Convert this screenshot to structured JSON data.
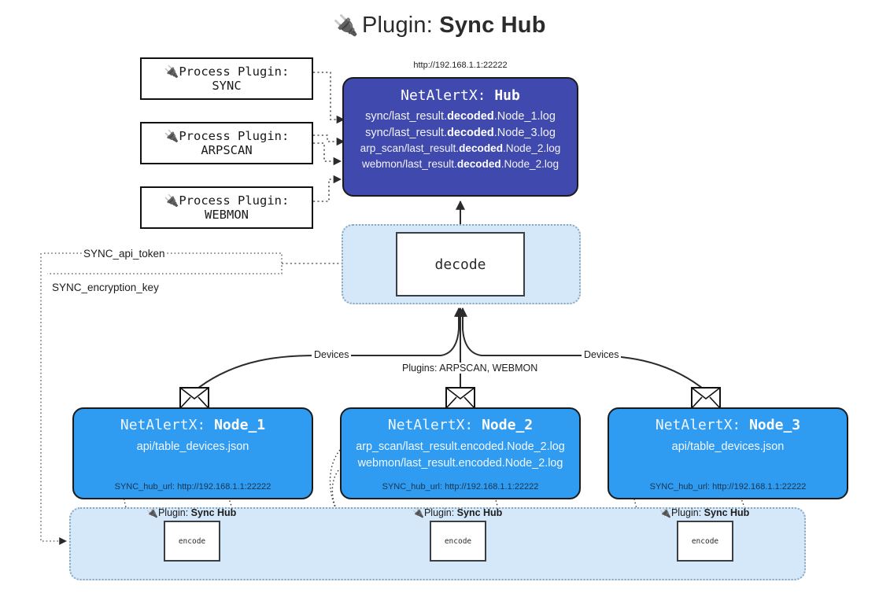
{
  "title": {
    "plug_icon": "plug-icon",
    "prefix": "Plugin:",
    "name": "Sync Hub"
  },
  "process_plugins": [
    {
      "line1": "Process Plugin:",
      "line2": "SYNC"
    },
    {
      "line1": "Process Plugin:",
      "line2": "ARPSCAN"
    },
    {
      "line1": "Process Plugin:",
      "line2": "WEBMON"
    }
  ],
  "hub": {
    "url": "http://192.168.1.1:22222",
    "title_prefix": "NetAlertX:",
    "title_name": "Hub",
    "lines": [
      {
        "pre": "sync/last_result.",
        "bold": "decoded",
        "post": ".Node_1.log"
      },
      {
        "pre": "sync/last_result.",
        "bold": "decoded",
        "post": ".Node_3.log"
      },
      {
        "pre": "arp_scan/last_result.",
        "bold": "decoded",
        "post": ".Node_2.log"
      },
      {
        "pre": "webmon/last_result.",
        "bold": "decoded",
        "post": ".Node_2.log"
      }
    ]
  },
  "decode": {
    "label": "decode"
  },
  "keys": {
    "api_token": "SYNC_api_token",
    "encryption_key": "SYNC_encryption_key"
  },
  "edges": {
    "devices_left": "Devices",
    "devices_right": "Devices",
    "plugins_center": "Plugins: ARPSCAN, WEBMON"
  },
  "nodes": [
    {
      "title_prefix": "NetAlertX:",
      "title_name": "Node_1",
      "lines": [
        "api/table_devices.json"
      ],
      "footer": "SYNC_hub_url: http://192.168.1.1:22222",
      "envelope_icon": "envelope-icon"
    },
    {
      "title_prefix": "NetAlertX:",
      "title_name": "Node_2",
      "lines": [
        "arp_scan/last_result.encoded.Node_2.log",
        "webmon/last_result.encoded.Node_2.log"
      ],
      "footer": "SYNC_hub_url: http://192.168.1.1:22222",
      "envelope_icon": "envelope-icon"
    },
    {
      "title_prefix": "NetAlertX:",
      "title_name": "Node_3",
      "lines": [
        "api/table_devices.json"
      ],
      "footer": "SYNC_hub_url: http://192.168.1.1:22222",
      "envelope_icon": "envelope-icon"
    }
  ],
  "encoders": [
    {
      "tag_prefix": "Plugin:",
      "tag_name": "Sync Hub",
      "label": "encode"
    },
    {
      "tag_prefix": "Plugin:",
      "tag_name": "Sync Hub",
      "label": "encode"
    },
    {
      "tag_prefix": "Plugin:",
      "tag_name": "Sync Hub",
      "label": "encode"
    }
  ],
  "colors": {
    "hub_fill": "#4049ad",
    "node_fill": "#2f9bf1",
    "container_fill": "#d4e8fa",
    "container_border": "#8aa6bd",
    "stroke": "#1b1b1b"
  }
}
